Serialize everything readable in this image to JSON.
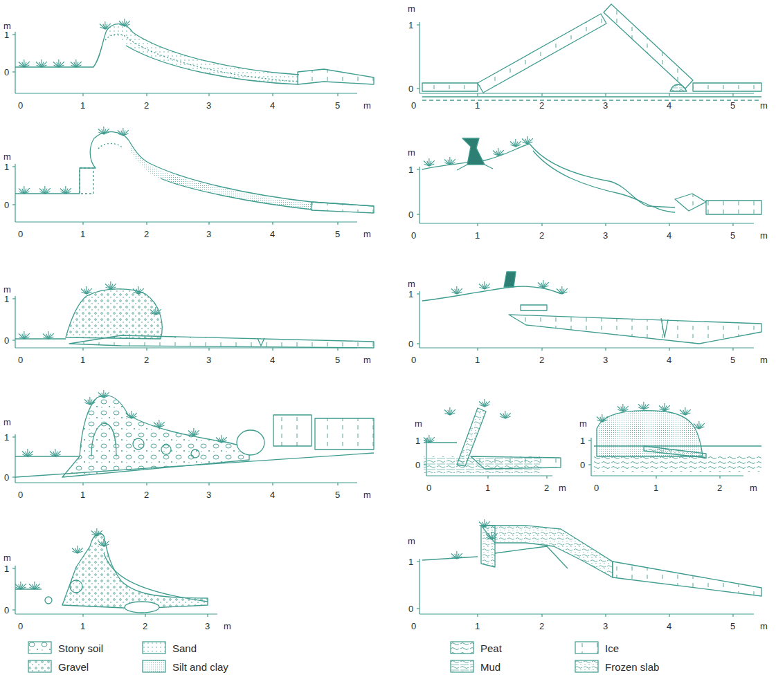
{
  "diagram": {
    "labels": [
      "m",
      "1",
      "0",
      "0",
      "1",
      "2",
      "3",
      "4",
      "5",
      "m",
      "m",
      "1",
      "0",
      "0",
      "1",
      "2",
      "3",
      "4",
      "5",
      "m",
      "m",
      "1",
      "0",
      "0",
      "1",
      "2",
      "3",
      "4",
      "5",
      "m",
      "m",
      "1",
      "0",
      "0",
      "1",
      "2",
      "3",
      "4",
      "5",
      "m",
      "m",
      "1",
      "0",
      "0",
      "1",
      "2",
      "3",
      "4",
      "5",
      "m",
      "m",
      "1",
      "0",
      "0",
      "1",
      "2",
      "3",
      "4",
      "5",
      "m",
      "m",
      "1",
      "0",
      "0",
      "1",
      "2",
      "3",
      "4",
      "5",
      "m",
      "m",
      "1",
      "0",
      "0",
      "1",
      "2",
      "m",
      "m",
      "1",
      "0",
      "0",
      "1",
      "2",
      "m",
      "m",
      "1",
      "0",
      "0",
      "1",
      "2",
      "3",
      "m",
      "m",
      "1",
      "0",
      "0",
      "1",
      "2",
      "3",
      "4",
      "5",
      "m"
    ],
    "legend": [
      {
        "text": "Stony soil"
      },
      {
        "text": "Gravel"
      },
      {
        "text": "Sand"
      },
      {
        "text": "Silt and clay"
      },
      {
        "text": "Peat"
      },
      {
        "text": "Mud"
      },
      {
        "text": "Ice"
      },
      {
        "text": "Frozen slab"
      }
    ]
  }
}
